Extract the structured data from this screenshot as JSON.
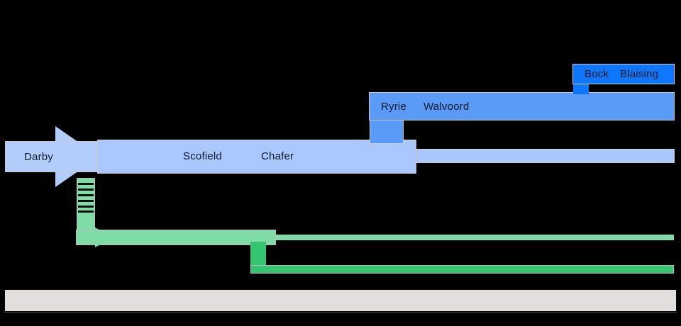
{
  "background_color": "#000000",
  "palette": {
    "pale_blue": "#aac8fd",
    "darby_blue": "#b3cdfb",
    "medium_blue": "#5b9bf8",
    "bright_blue": "#0f77fb",
    "light_green": "#7fdca6",
    "dark_green": "#35c46f",
    "axis_bar": "#e2dedd",
    "label_text": "#101828"
  },
  "lineages": {
    "classical": {
      "origin": {
        "label": "Darby"
      },
      "main": {
        "labels": [
          "Scofield",
          "Chafer"
        ]
      },
      "caption": ""
    },
    "revised": {
      "labels": [
        "Ryrie",
        "Walvoord"
      ]
    },
    "progressive": {
      "labels": [
        "Bock",
        "Blaising"
      ]
    },
    "green_branch": {
      "label": ""
    }
  },
  "axis": {
    "label": ""
  }
}
